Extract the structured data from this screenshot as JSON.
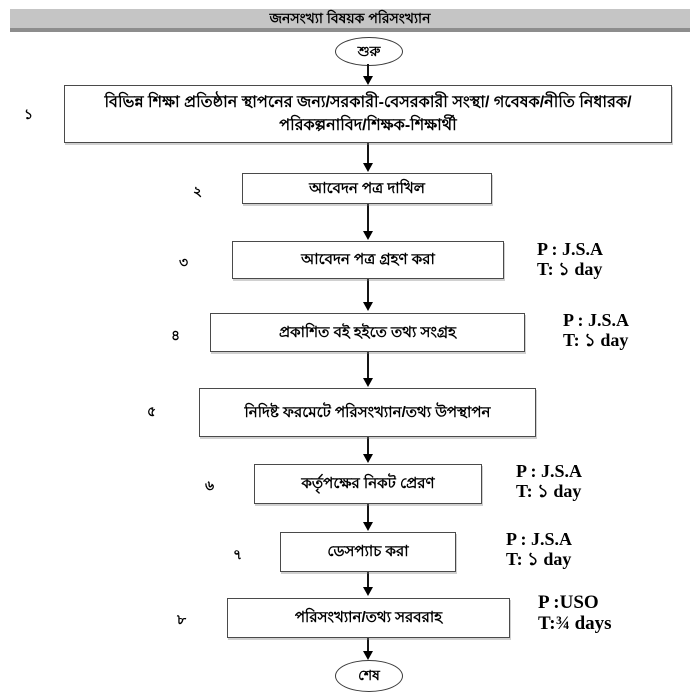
{
  "page": {
    "title": "জনসংখ্যা বিষয়ক পরিসংখ্যান"
  },
  "flowchart": {
    "start_label": "শুরু",
    "end_label": "শেষ",
    "steps": [
      {
        "number": "১",
        "text": "বিভিন্ন শিক্ষা প্রতিষ্ঠান স্থাপনের জন্য/সরকারী-বেসরকারী সংস্থা/ গবেষক/নীতি নিধারক/পরিকল্পনাবিদ/শিক্ষক-শিক্ষার্থী"
      },
      {
        "number": "২",
        "text": "আবেদন পত্র দাখিল"
      },
      {
        "number": "৩",
        "text": "আবেদন পত্র গ্রহণ করা",
        "annotation": {
          "p": "P : J.S.A",
          "t": "T: ১ day"
        }
      },
      {
        "number": "৪",
        "text": "প্রকাশিত বই হইতে তথ্য সংগ্রহ",
        "annotation": {
          "p": "P : J.S.A",
          "t": "T: ১ day"
        }
      },
      {
        "number": "৫",
        "text": "নিদিষ্ট ফরমেটে পরিসংখ্যান/তথ্য উপস্থাপন"
      },
      {
        "number": "৬",
        "text": "কর্তৃপক্ষের নিকট প্রেরণ",
        "annotation": {
          "p": "P : J.S.A",
          "t": "T: ১ day"
        }
      },
      {
        "number": "৭",
        "text": "ডেসপ্যাচ করা",
        "annotation": {
          "p": "P : J.S.A",
          "t": "T: ১ day"
        }
      },
      {
        "number": "৮",
        "text": "পরিসংখ্যান/তথ্য সরবরাহ",
        "annotation": {
          "p": "P :USO",
          "t": "T:¾ days"
        }
      }
    ],
    "colors": {
      "background": "#ffffff",
      "title_bar_bg": "#c5c5c5",
      "title_bar_shadow": "#8d8d8d",
      "box_border": "#4a4a4a",
      "arrow": "#000000",
      "text": "#000000"
    }
  }
}
